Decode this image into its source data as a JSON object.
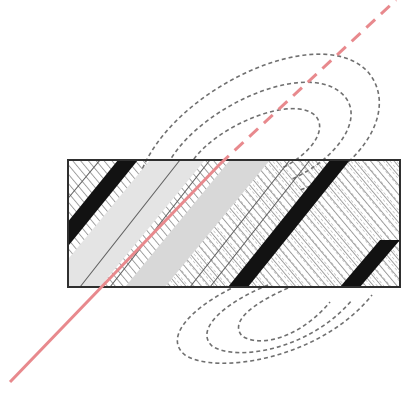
{
  "figure": {
    "colors": {
      "background": "#ffffff",
      "ray_solid": "#e8898d",
      "ray_dashed": "#e8898d",
      "field_lines": "#6f6f6f",
      "slab_outline": "#2f2f2f",
      "dark_band": "#121212",
      "hatching": "#7a7a7a",
      "light_band": "#dcdcdc"
    },
    "icons": {
      "incident_ray": "solid-diagonal-line",
      "extended_ray": "dashed-diagonal-line",
      "upper_loops": "dashed-elliptical-loops",
      "lower_loops": "dashed-elliptical-loops",
      "slab": "hatched-rectangle"
    }
  }
}
